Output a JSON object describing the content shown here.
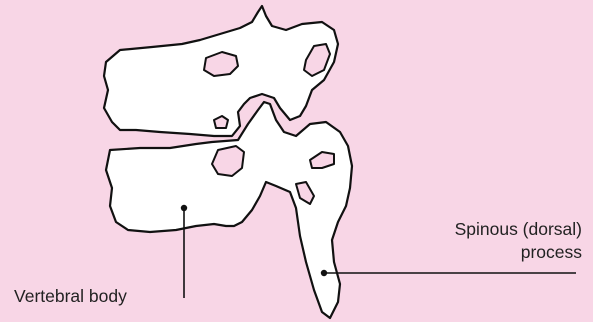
{
  "labels": {
    "spinous_process_line1": "Spinous (dorsal)",
    "spinous_process_line2": "process",
    "vertebral_body": "Vertebral body"
  },
  "colors": {
    "background": "#f8d6e6",
    "bone_fill": "#ffffff",
    "outline": "#111111",
    "text": "#222222"
  }
}
